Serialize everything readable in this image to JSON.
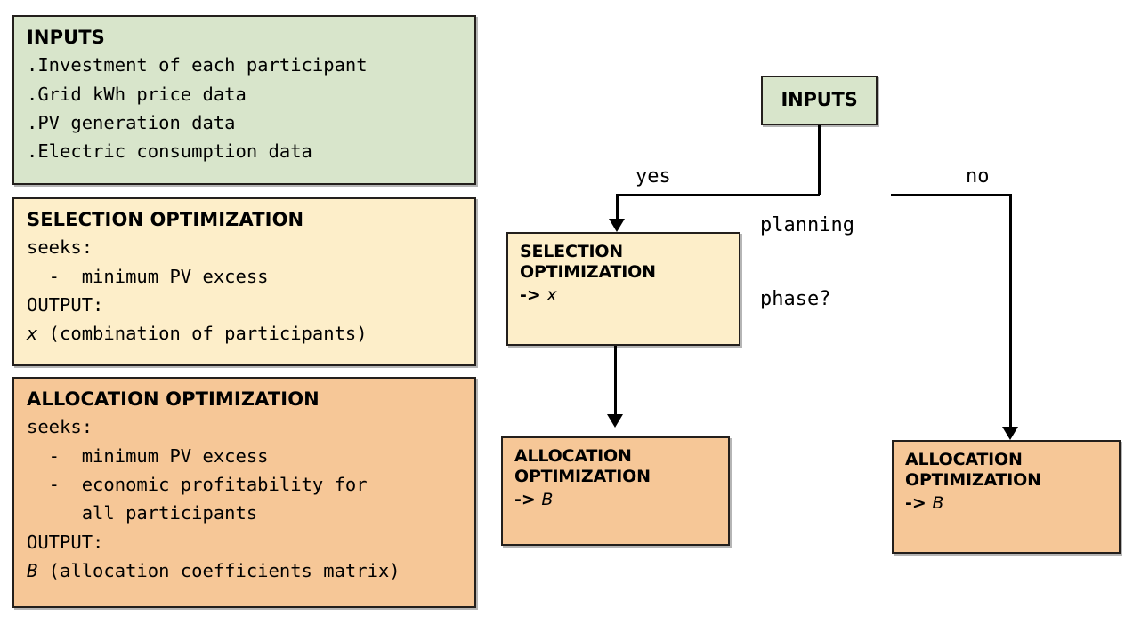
{
  "diagram": {
    "title": "Optimization workflow diagram",
    "colors": {
      "green": "#d8e5cb",
      "yellow": "#fdeec9",
      "orange": "#f6c797",
      "border": "#231f1c",
      "background": "#ffffff",
      "connector": "#000000"
    }
  },
  "panels": [
    {
      "id": "inputs",
      "title": "INPUTS",
      "lines": [
        ".Investment of each participant",
        ".Grid kWh price data",
        ".PV generation data",
        ".Electric consumption data"
      ]
    },
    {
      "id": "selection-optimization",
      "title": "SELECTION OPTIMIZATION",
      "lines": [
        "seeks:",
        "  -  minimum PV excess",
        "OUTPUT:"
      ],
      "output_symbol": "x",
      "output_text": " (combination of participants)"
    },
    {
      "id": "allocation-optimization",
      "title": "ALLOCATION OPTIMIZATION",
      "lines": [
        "seeks:",
        "  -  minimum PV excess",
        "  -  economic profitability for",
        "     all participants",
        "OUTPUT:"
      ],
      "output_symbol": "B",
      "output_text": " (allocation coefficients matrix)"
    }
  ],
  "flow": {
    "start_node": {
      "id": "flow-inputs",
      "title": "INPUTS"
    },
    "decision": {
      "label_line1": "planning",
      "label_line2": "phase?",
      "branch_yes": "yes",
      "branch_no": "no"
    },
    "nodes": [
      {
        "id": "flow-selection-optimization",
        "title_line1": "SELECTION",
        "title_line2": "OPTIMIZATION",
        "output_arrow": "-> ",
        "output_symbol": "x"
      },
      {
        "id": "flow-allocation-optimization-yes",
        "title_line1": "ALLOCATION",
        "title_line2": "OPTIMIZATION",
        "output_arrow": "-> ",
        "output_symbol": "B"
      },
      {
        "id": "flow-allocation-optimization-no",
        "title_line1": "ALLOCATION",
        "title_line2": "OPTIMIZATION",
        "output_arrow": "-> ",
        "output_symbol": "B"
      }
    ]
  }
}
